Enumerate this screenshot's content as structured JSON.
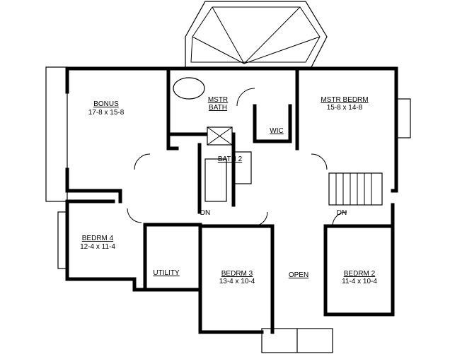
{
  "rooms": {
    "bonus": {
      "name": "BONUS",
      "size": "17-8 x 15-8"
    },
    "mstr_bath": {
      "name_line1": "MSTR",
      "name_line2": "BATH"
    },
    "mstr_bedrm": {
      "name": "MSTR BEDRM",
      "size": "15-8 x 14-8"
    },
    "wic": {
      "name": "WIC"
    },
    "bath2": {
      "name": "BATH 2"
    },
    "bedrm4": {
      "name": "BEDRM 4",
      "size": "12-4 x 11-4"
    },
    "utility": {
      "name": "UTILITY"
    },
    "bedrm3": {
      "name": "BEDRM 3",
      "size": "13-4 x 10-4"
    },
    "open": {
      "name": "OPEN"
    },
    "bedrm2": {
      "name": "BEDRM 2",
      "size": "11-4 x 10-4"
    }
  },
  "stairs": {
    "left_label": "DN",
    "right_label": "DN"
  }
}
